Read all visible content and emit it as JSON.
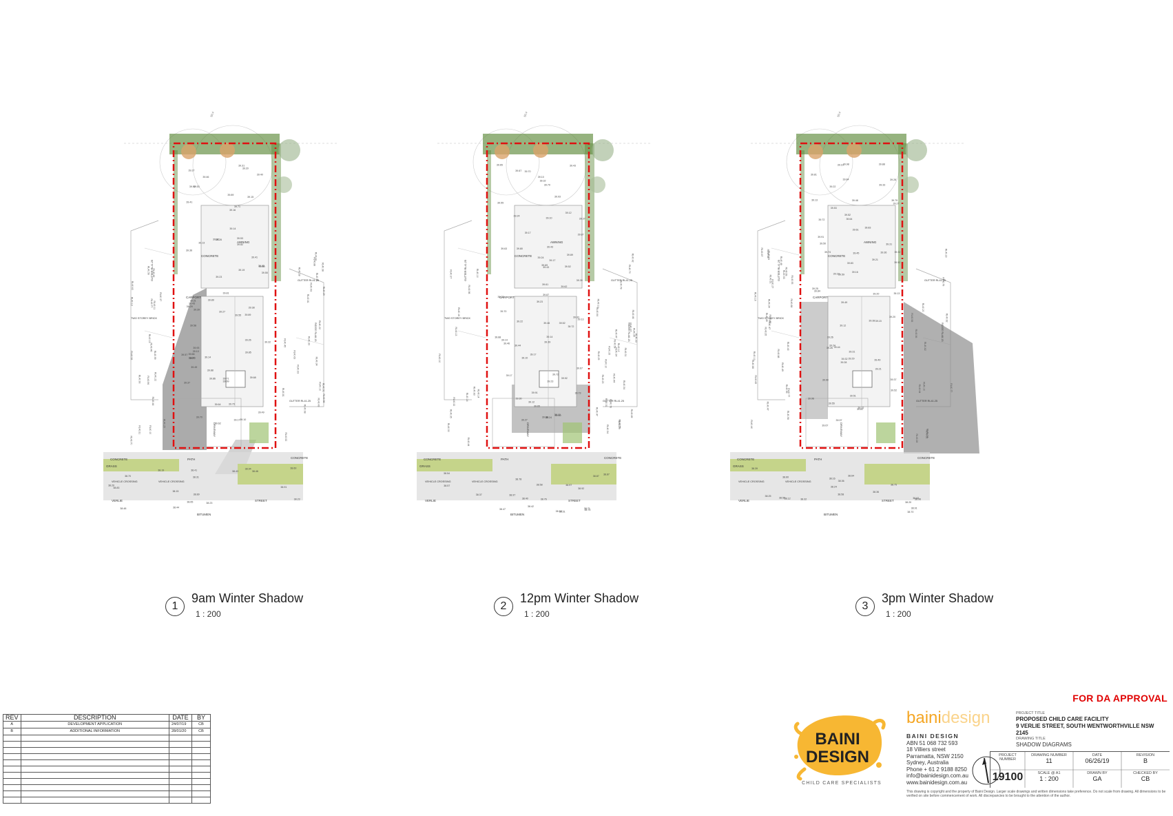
{
  "views": [
    {
      "number": "1",
      "title": "9am Winter Shadow",
      "scale": "1 : 200",
      "shadow": "west"
    },
    {
      "number": "2",
      "title": "12pm Winter Shadow",
      "scale": "1 : 200",
      "shadow": "south"
    },
    {
      "number": "3",
      "title": "3pm Winter Shadow",
      "scale": "1 : 200",
      "shadow": "east"
    }
  ],
  "plan_labels": {
    "concrete": "CONCRETE",
    "awning": "AWNING",
    "carport": "CARPORT",
    "driveway": "DRIVEWAY",
    "path": "PATH",
    "grass": "GRASS",
    "street_left": "VERLIE",
    "street_mid": "BITUMEN",
    "street_right": "STREET",
    "crossing": "VEHICLE CROSSING",
    "two_storey": "TWO STOREY BRICK",
    "gutter": "GUTTER RL41.25",
    "ridge": "RIDGE RL46.15"
  },
  "revisions": {
    "headers": [
      "REV",
      "DESCRIPTION",
      "DATE",
      "BY"
    ],
    "rows": [
      [
        "A",
        "DEVELOPMENT APPLICATION",
        "24/07/19",
        "CB"
      ],
      [
        "B",
        "ADDITIONAL INFORMATION",
        "28/01/20",
        "CB"
      ]
    ],
    "blank_rows": 11
  },
  "title_block": {
    "approval": "FOR DA APPROVAL",
    "logo_line1": "BAINI",
    "logo_line2": "DESIGN",
    "logo_tagline": "CHILD CARE SPECIALISTS",
    "brand_a": "baini",
    "brand_b": "design",
    "company_name": "BAINI DESIGN",
    "company_lines": [
      "ABN 51 068 732 593",
      "18 Villiers street",
      "Parramatta, NSW 2150",
      "Sydney, Australia",
      "Phone + 61 2 9188 8250",
      "info@bainidesign.com.au",
      "www.bainidesign.com.au"
    ],
    "project_title_label": "PROJECT TITLE",
    "project_title_1": "PROPOSED CHILD CARE FACILITY",
    "project_title_2": "9 VERLIE STREET, SOUTH WENTWORTHVILLE NSW 2145",
    "drawing_title_label": "DRAWING TITLE",
    "drawing_title": "SHADOW DIAGRAMS",
    "project_number_label": "PROJECT NUMBER",
    "project_number": "19100",
    "drawing_number_label": "DRAWING NUMBER",
    "drawing_number": "11",
    "date_label": "DATE",
    "date": "06/26/19",
    "revision_label": "REVISION",
    "revision": "B",
    "scale_label": "SCALE @ A1",
    "scale": "1 : 200",
    "drawn_label": "DRAWN BY",
    "drawn": "GA",
    "checked_label": "CHECKED BY",
    "checked": "CB",
    "disclaimer": "This drawing is copyright and the property of Baini Design. Larger scale drawings and written dimensions take preference. Do not scale from drawing. All dimensions to be verified on site before commencement of work. All discrepancies to be brought to the attention of the author."
  },
  "colors": {
    "boundary": "#e01010",
    "vegetation": "#5d8a3a",
    "shadow": "#8f8f8f",
    "grass_strip": "#c5d48a",
    "brand": "#f5a623",
    "approval": "#e00000"
  }
}
